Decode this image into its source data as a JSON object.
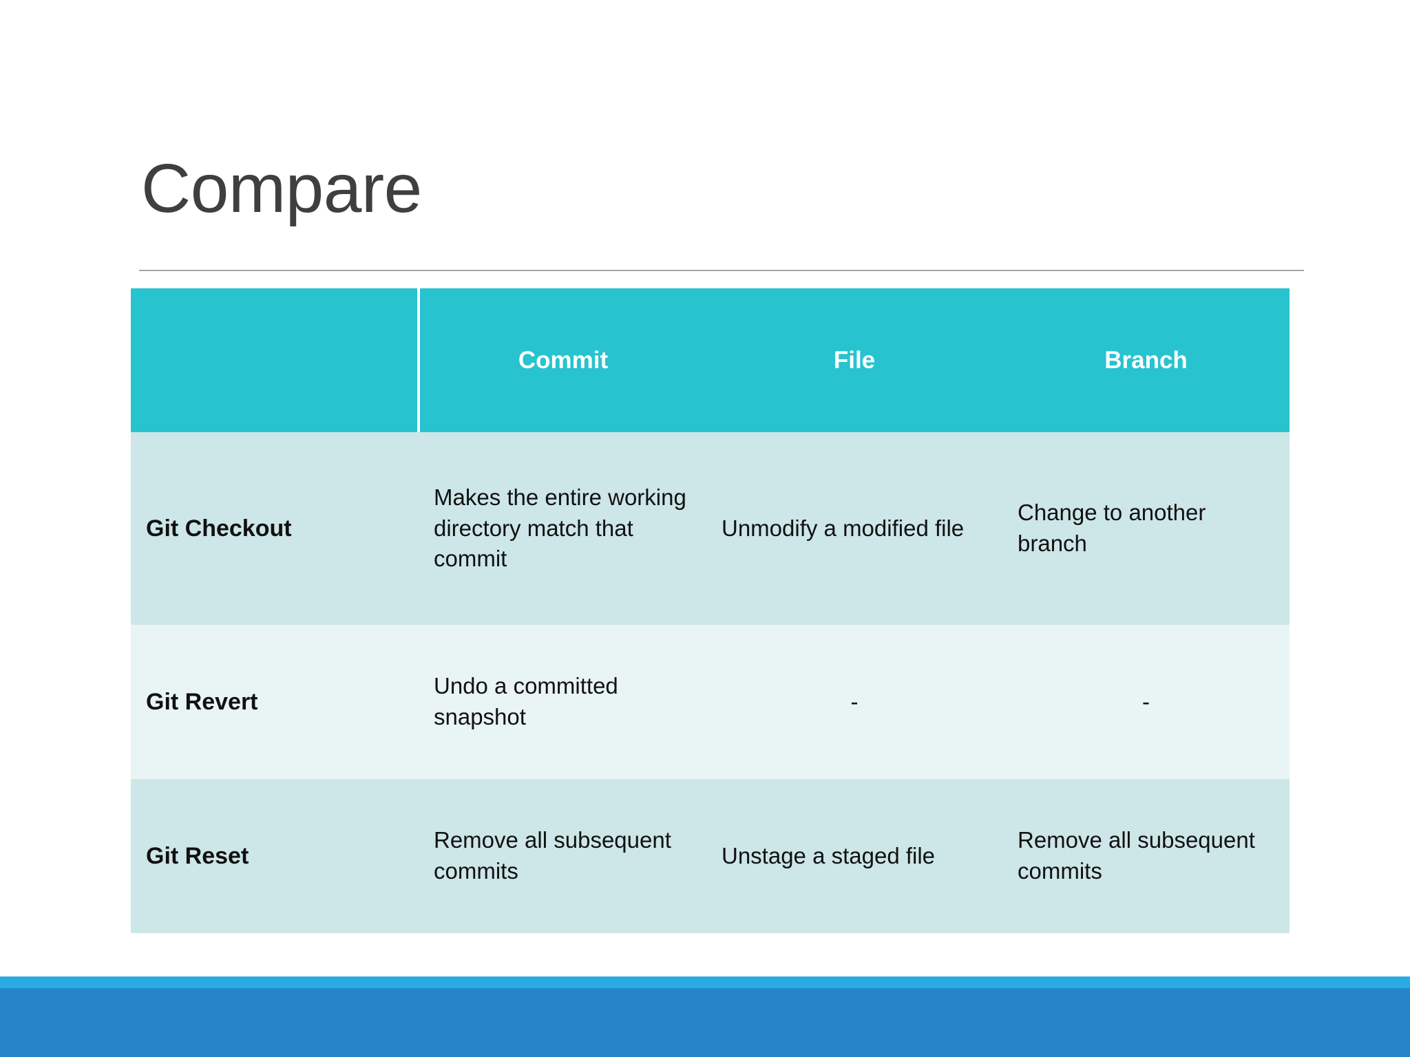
{
  "slide": {
    "title": "Compare",
    "theme": {
      "header_fill": "#27c3ce",
      "row_fill_a": "#cde6e8",
      "row_fill_b": "#e9f4f4",
      "title_color": "#3f3f3f",
      "rule_color": "#a6a6a6",
      "band_light": "#29ace3",
      "band_dark": "#2685c9"
    }
  },
  "table": {
    "corner_label": "",
    "columns": [
      "Commit",
      "File",
      "Branch"
    ],
    "rows": [
      {
        "label": "Git Checkout",
        "commit": "Makes the entire working directory match that commit",
        "file": "Unmodify a modified file",
        "branch": "Change to another branch"
      },
      {
        "label": "Git Revert",
        "commit": "Undo a committed snapshot",
        "file": "-",
        "branch": "-"
      },
      {
        "label": "Git Reset",
        "commit": "Remove all subsequent commits",
        "file": "Unstage a staged file",
        "branch": "Remove all subsequent commits"
      }
    ]
  }
}
